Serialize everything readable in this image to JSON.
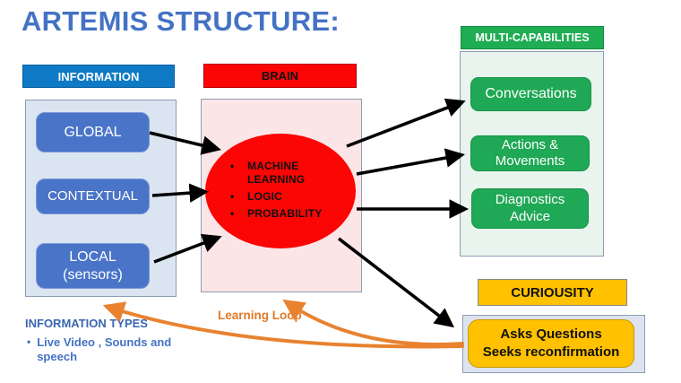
{
  "title": "ARTEMIS STRUCTURE:",
  "information": {
    "header": "INFORMATION",
    "items": [
      {
        "lines": [
          "GLOBAL"
        ]
      },
      {
        "lines": [
          "CONTEXTUAL"
        ]
      },
      {
        "lines": [
          "LOCAL",
          "(sensors)"
        ]
      }
    ],
    "footer": {
      "heading": "INFORMATION TYPES",
      "bullet": "Live Video , Sounds and speech"
    }
  },
  "brain": {
    "header": "BRAIN",
    "bullets": [
      {
        "lines": [
          "MACHINE",
          "LEARNING"
        ]
      },
      {
        "lines": [
          "LOGIC"
        ]
      },
      {
        "lines": [
          "PROBABILITY"
        ]
      }
    ]
  },
  "capabilities": {
    "header": "MULTI-CAPABILITIES",
    "items": [
      {
        "lines": [
          "Conversations"
        ]
      },
      {
        "lines": [
          "Actions &",
          "Movements"
        ]
      },
      {
        "lines": [
          "Diagnostics",
          "Advice"
        ]
      }
    ]
  },
  "curiosity": {
    "header": "CURIOUSITY",
    "box_lines": [
      "Asks Questions",
      "Seeks reconfirmation"
    ]
  },
  "learning_loop_label": "Learning Loop",
  "colors": {
    "title_blue": "#4472C4",
    "header_blue": "#0E7AC6",
    "node_blue": "#4A74C8",
    "red": "#FB0505",
    "pink_bg": "#FCE5E6",
    "blue_bg": "#DBE5F1",
    "green": "#1FAD53",
    "green_bg": "#E8F4ED",
    "gold": "#FFC100",
    "gray_bg": "#DCE3EF",
    "orange": "#E8822F",
    "arrow_black": "#000000"
  }
}
